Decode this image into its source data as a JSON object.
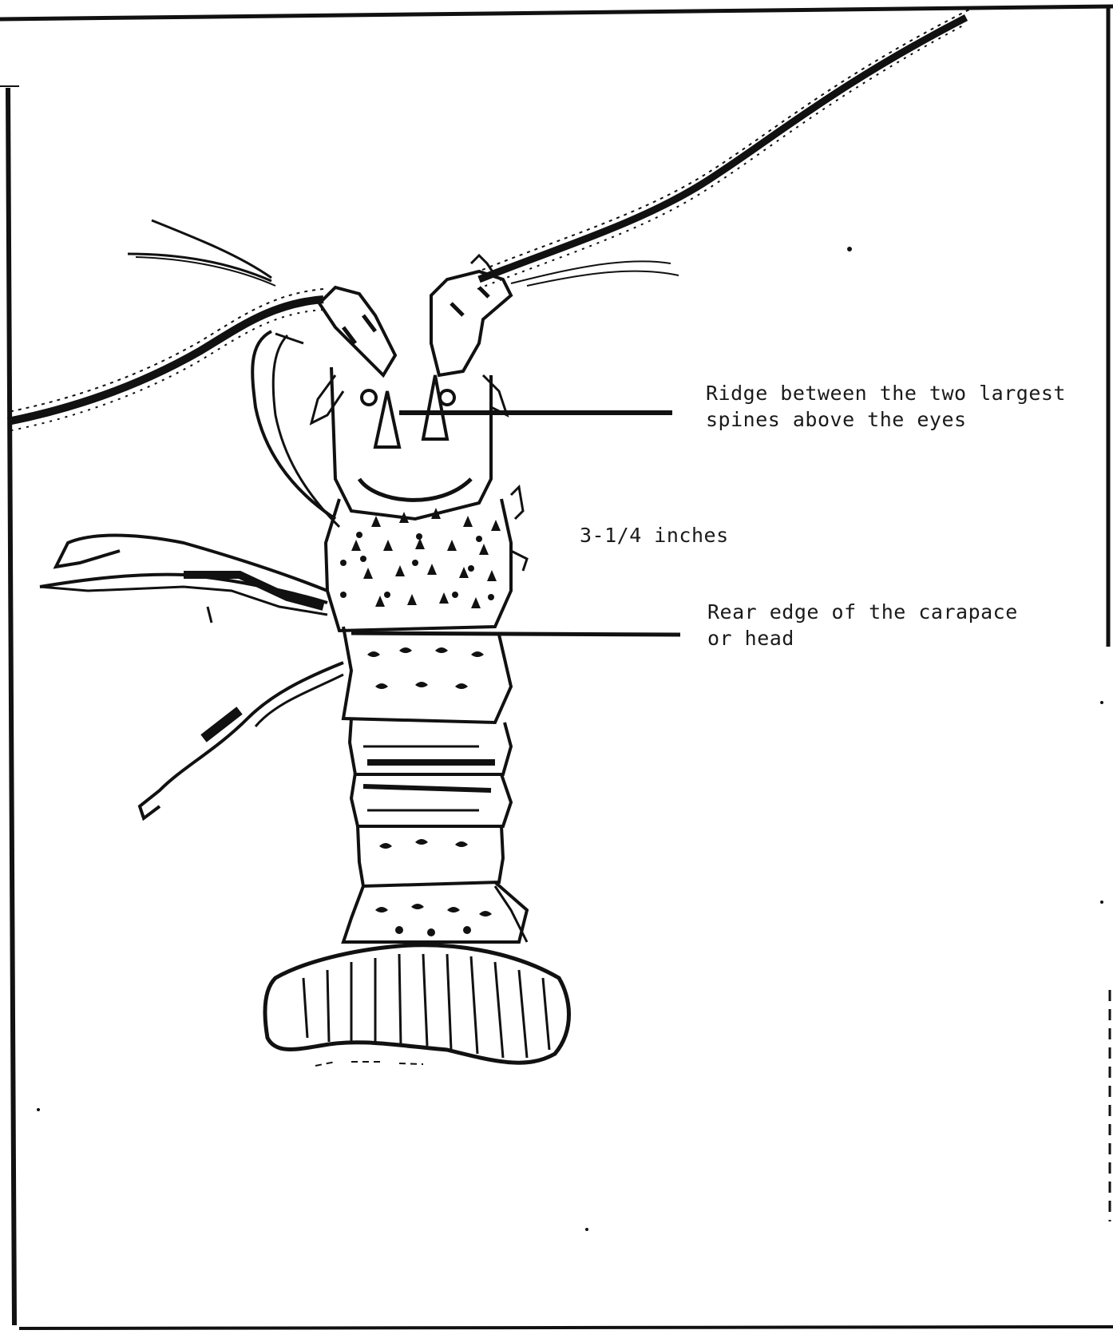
{
  "diagram": {
    "labels": {
      "ridge_line1": "Ridge between the two largest",
      "ridge_line2": "spines above the eyes",
      "measure": "3-1/4 inches",
      "rear_line1": "Rear edge of the carapace",
      "rear_line2": "or head"
    }
  }
}
